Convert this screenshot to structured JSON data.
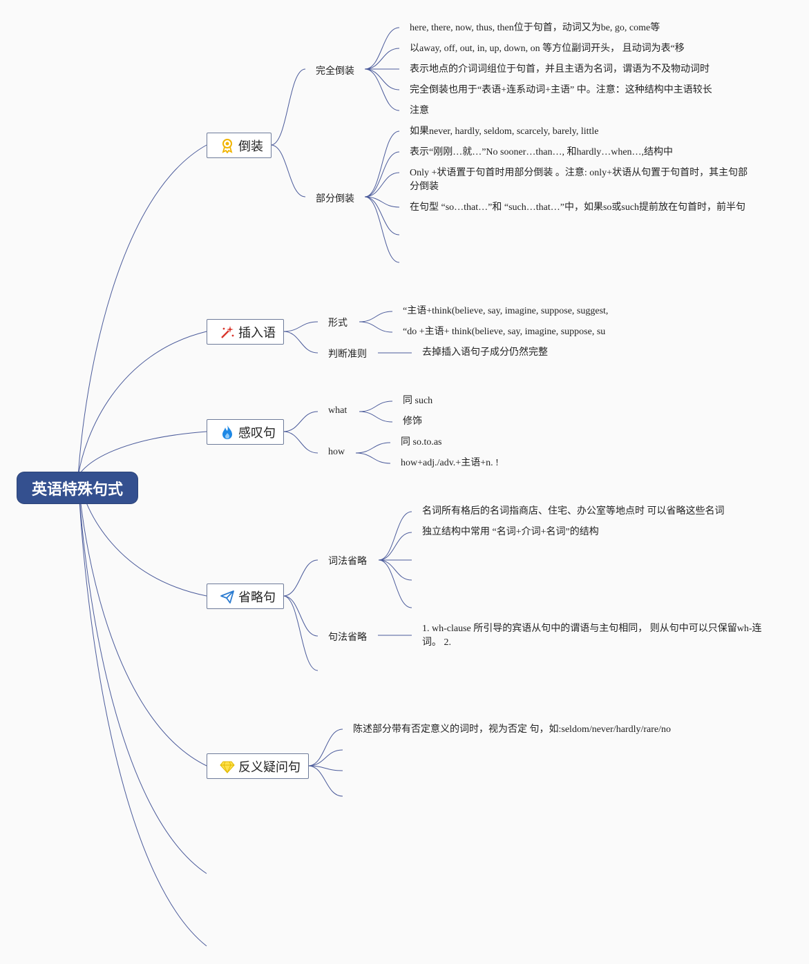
{
  "root": {
    "label": "英语特殊句式"
  },
  "branches": [
    {
      "label": "倒装",
      "icon": "medal-icon",
      "subs": [
        {
          "label": "完全倒装",
          "items": [
            "here, there, now, thus, then位于句首，动词又为be, go, come等",
            "以away, off, out, in, up, down, on 等方位副词开头， 且动词为表“移",
            "表示地点的介词词组位于句首，并且主语为名词，谓语为不及物动词时",
            "完全倒装也用于“表语+连系动词+主语” 中。注意：这种结构中主语较长",
            "注意"
          ]
        },
        {
          "label": "部分倒装",
          "items": [
            "如果never, hardly, seldom, scarcely, barely, little",
            "表示“刚刚…就…”No sooner…than…, 和hardly…when…,结构中",
            "Only +状语置于句首时用部分倒装 。注意: only+状语从句置于句首时，其主句部分倒装",
            "在句型 “so…that…”和 “such…that…”中，如果so或such提前放在句首时，前半句"
          ]
        }
      ]
    },
    {
      "label": "插入语",
      "icon": "magic-wand-icon",
      "subs": [
        {
          "label": "形式",
          "items": [
            "“主语+think(believe, say, imagine, suppose, suggest,",
            "“do +主语+ think(believe, say, imagine, suppose, su"
          ]
        },
        {
          "label": "判断准则",
          "items": [
            "去掉插入语句子成分仍然完整"
          ]
        }
      ]
    },
    {
      "label": "感叹句",
      "icon": "flame-icon",
      "subs": [
        {
          "label": "what",
          "items": [
            "同 such",
            "修饰"
          ]
        },
        {
          "label": "how",
          "items": [
            "同 so.to.as",
            "how+adj./adv.+主语+n. !"
          ]
        }
      ]
    },
    {
      "label": "省略句",
      "icon": "paper-plane-icon",
      "subs": [
        {
          "label": "词法省略",
          "items": [
            "名词所有格后的名词指商店、住宅、办公室等地点时 可以省略这些名词",
            "独立结构中常用 “名词+介词+名词”的结构"
          ]
        },
        {
          "label": "句法省略",
          "items": [
            "1. wh-clause 所引导的宾语从句中的谓语与主句相同， 则从句中可以只保留wh-连词。 2."
          ]
        }
      ]
    },
    {
      "label": "反义疑问句",
      "icon": "diamond-icon",
      "items": [
        "陈述部分带有否定意义的词时，视为否定 句，如:seldom/never/hardly/rare/no"
      ]
    }
  ],
  "colors": {
    "root_bg": "#34508f",
    "line": "#4a5a9a",
    "branch_border": "#6d7a99"
  }
}
